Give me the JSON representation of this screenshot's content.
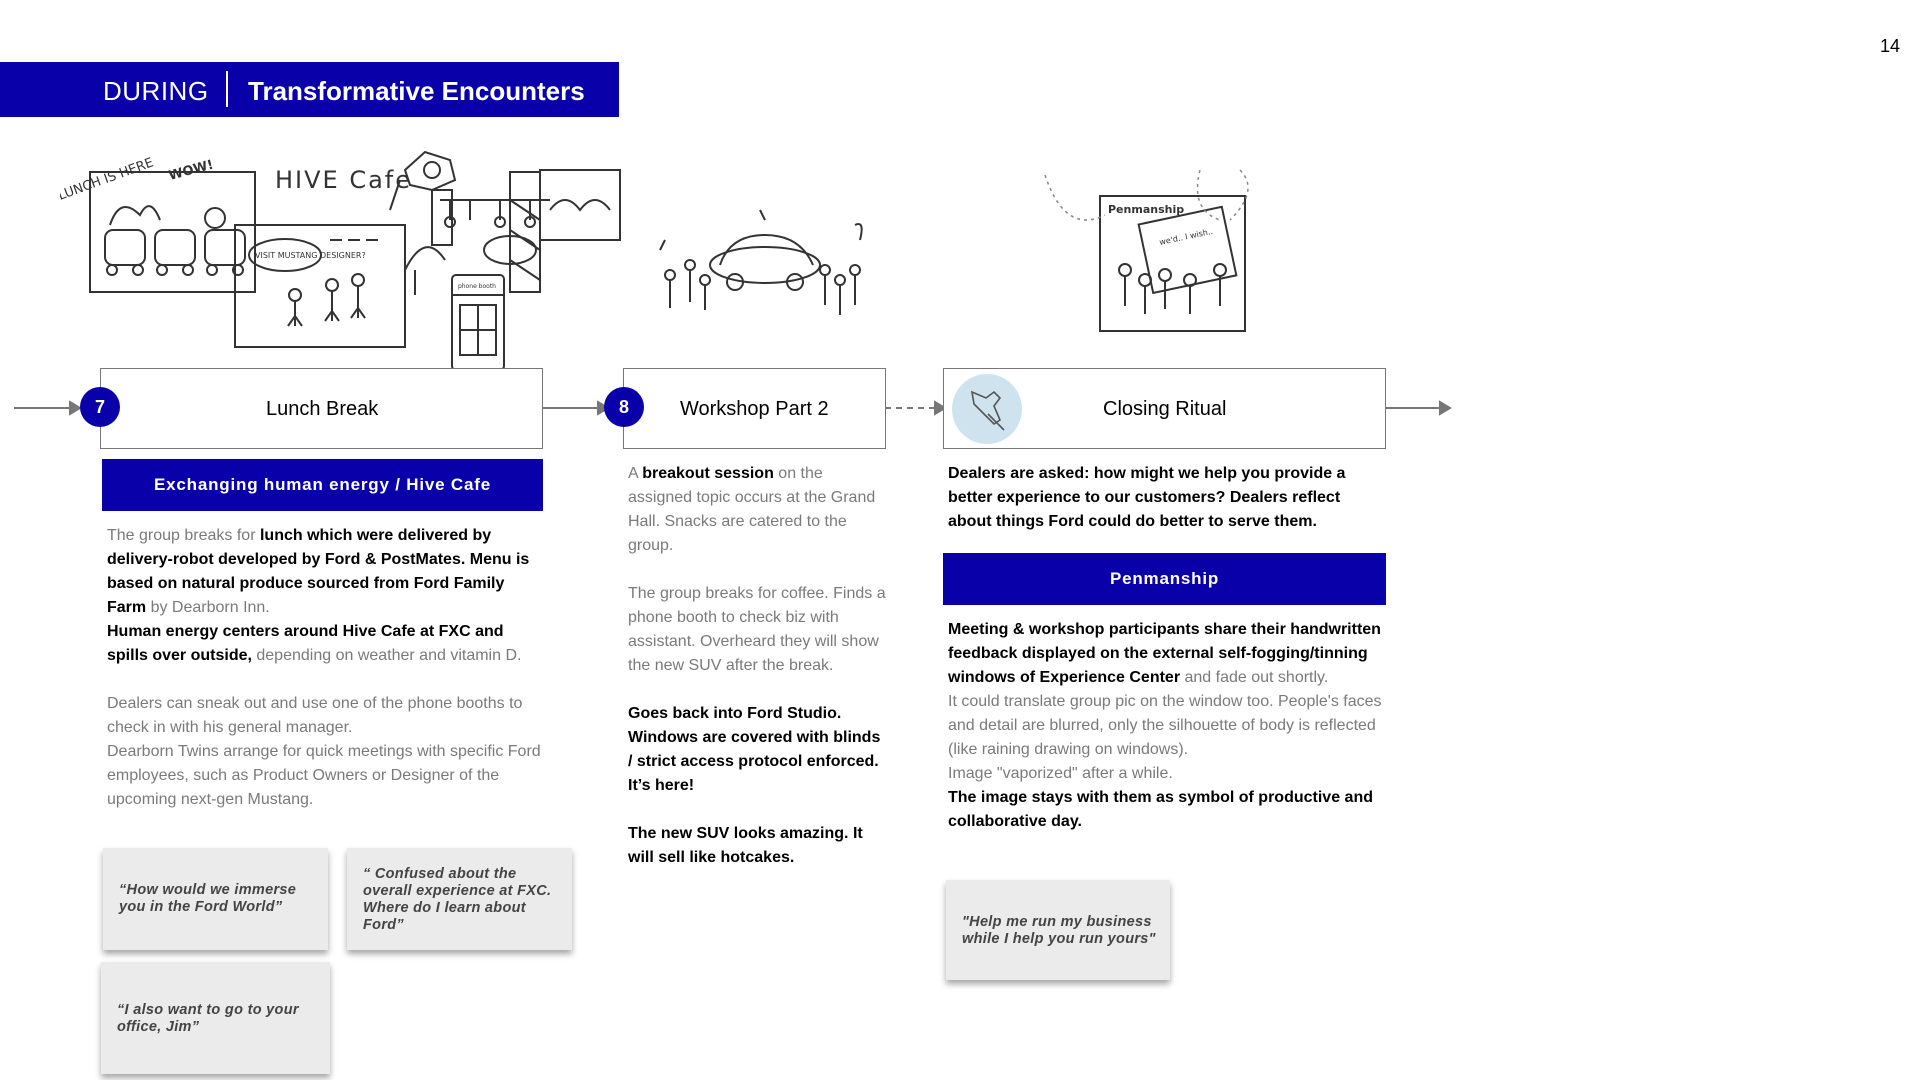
{
  "page_number": "14",
  "header": {
    "phase": "DURING",
    "title": "Transformative Encounters"
  },
  "sketches": {
    "lunch_note": "LUNCH IS HERE",
    "wow": "WOW!",
    "hive_cafe": "HIVE Cafe",
    "visit_mustang": "VISIT MUSTANG DESIGNER?",
    "phone_booth": "phone booth",
    "penmanship": "Penmanship",
    "penmanship_scribble": "we'd.. I wish.."
  },
  "timeline": {
    "steps": [
      {
        "number": "7",
        "label": "Lunch Break"
      },
      {
        "number": "8",
        "label": "Workshop Part 2"
      },
      {
        "number": "",
        "label": "Closing Ritual",
        "icon": "pushpin-icon"
      }
    ]
  },
  "lunch": {
    "banner": "Exchanging human energy / Hive Cafe",
    "p1": [
      {
        "text": "The group breaks for ",
        "bold": false
      },
      {
        "text": "lunch which were delivered by delivery-robot developed by Ford & PostMates. Menu is based on natural produce sourced from Ford Family Farm",
        "bold": true
      },
      {
        "text": " by Dearborn Inn.",
        "bold": false
      }
    ],
    "p2": [
      {
        "text": "Human energy centers around Hive Cafe at FXC and spills over outside,",
        "bold": true
      },
      {
        "text": " depending on weather and vitamin D.",
        "bold": false
      }
    ],
    "p3": "Dealers can sneak out and use one of the phone booths to check in with his general manager.",
    "p4": "Dearborn Twins arrange for quick meetings with specific Ford employees, such as Product Owners or Designer of the upcoming next-gen Mustang.",
    "notes": [
      "“How would we immerse you in the Ford World”",
      "“ Confused about the overall experience at FXC. Where do I learn about Ford”",
      "“I also want to go to your office, Jim”"
    ]
  },
  "workshop": {
    "p1": [
      {
        "text": "A ",
        "bold": false
      },
      {
        "text": "breakout session",
        "bold": true
      },
      {
        "text": " on the assigned topic occurs at the Grand Hall. Snacks are catered to the group.",
        "bold": false
      }
    ],
    "p2": "The group breaks for coffee. Finds a phone booth to check biz with assistant. Overheard they will show the new SUV after the break.",
    "p3": "Goes back into Ford Studio. Windows are covered with blinds / strict access protocol enforced. It’s here!",
    "p4": "The new SUV looks amazing. It will sell like hotcakes."
  },
  "closing": {
    "intro": "Dealers are asked: how might we help you provide a better experience to our customers? Dealers reflect about things Ford could do better to serve them.",
    "banner": "Penmanship",
    "p1": [
      {
        "text": "Meeting & workshop participants share their handwritten feedback  displayed on the external self-fogging/tinning windows of Experience Center",
        "bold": true
      },
      {
        "text": " and fade out shortly.",
        "bold": false
      }
    ],
    "p2": "It could translate group pic on the window too. People's faces and detail are blurred, only the silhouette of body is reflected (like raining drawing on windows).",
    "p3": "Image \"vaporized\" after a while.",
    "p4": "The image stays with them as symbol of productive and collaborative day.",
    "note": "\"Help me run my business while I help you run yours\""
  },
  "colors": {
    "accent": "#0a00aa",
    "muted_text": "#7a7a7a",
    "note_bg": "#ebebeb",
    "pin_circle": "#cfe3ef"
  }
}
